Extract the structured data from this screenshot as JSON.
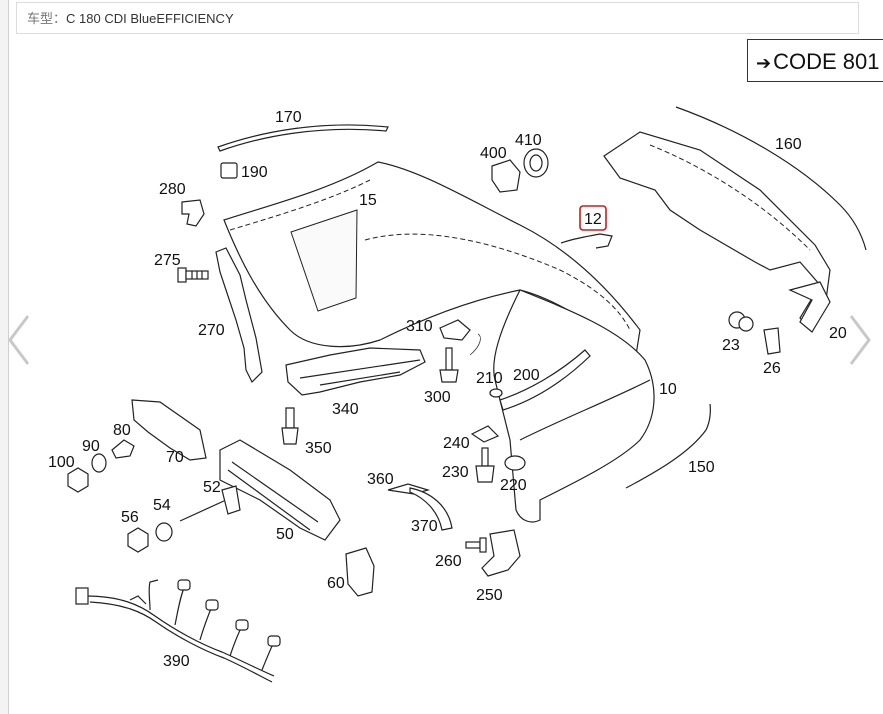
{
  "header": {
    "model_label": "车型：",
    "model_value": "C 180 CDI BlueEFFICIENCY"
  },
  "code_box": {
    "arrow": "➔",
    "text": "CODE 801"
  },
  "nav": {
    "prev": "‹",
    "next": "›"
  },
  "highlight_color": "#c81e1e",
  "parts": {
    "p170": "170",
    "p190": "190",
    "p280": "280",
    "p15": "15",
    "p400": "400",
    "p410": "410",
    "p12": "12",
    "p160": "160",
    "p275": "275",
    "p270": "270",
    "p310": "310",
    "p23": "23",
    "p26": "26",
    "p20": "20",
    "p300": "300",
    "p210": "210",
    "p200": "200",
    "p10": "10",
    "p340": "340",
    "p350": "350",
    "p80": "80",
    "p90": "90",
    "p100": "100",
    "p70": "70",
    "p240": "240",
    "p230": "230",
    "p220": "220",
    "p150": "150",
    "p360": "360",
    "p52": "52",
    "p54": "54",
    "p56": "56",
    "p50": "50",
    "p370": "370",
    "p260": "260",
    "p60": "60",
    "p250": "250",
    "p390": "390"
  }
}
